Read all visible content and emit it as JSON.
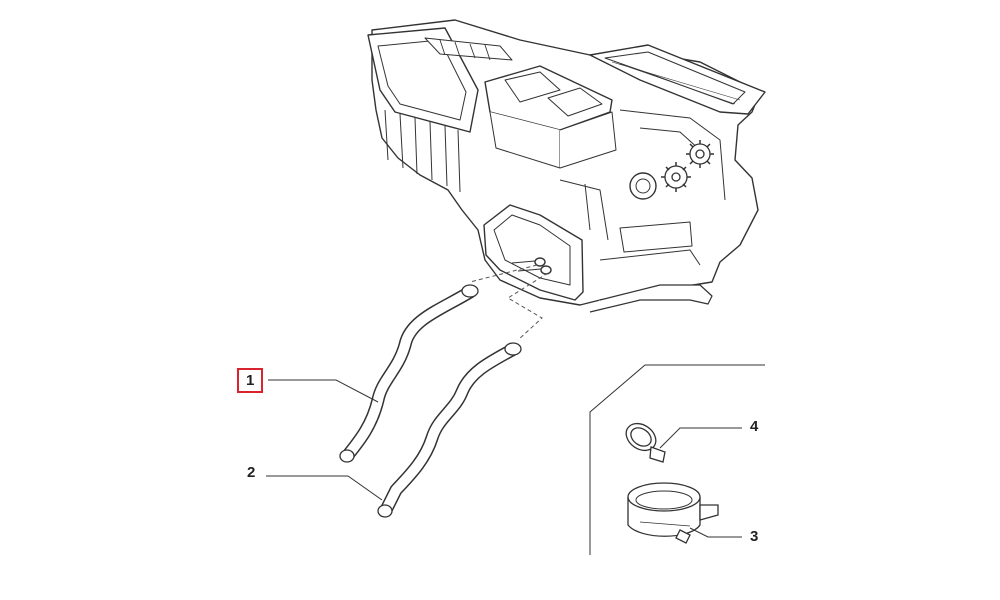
{
  "callouts": {
    "one": "1",
    "two": "2",
    "three": "3",
    "four": "4"
  },
  "selected_callout": "1",
  "colors": {
    "line": "#333333",
    "part_fill": "#ffffff",
    "selected_border": "#d9232e",
    "background": "#ffffff"
  }
}
